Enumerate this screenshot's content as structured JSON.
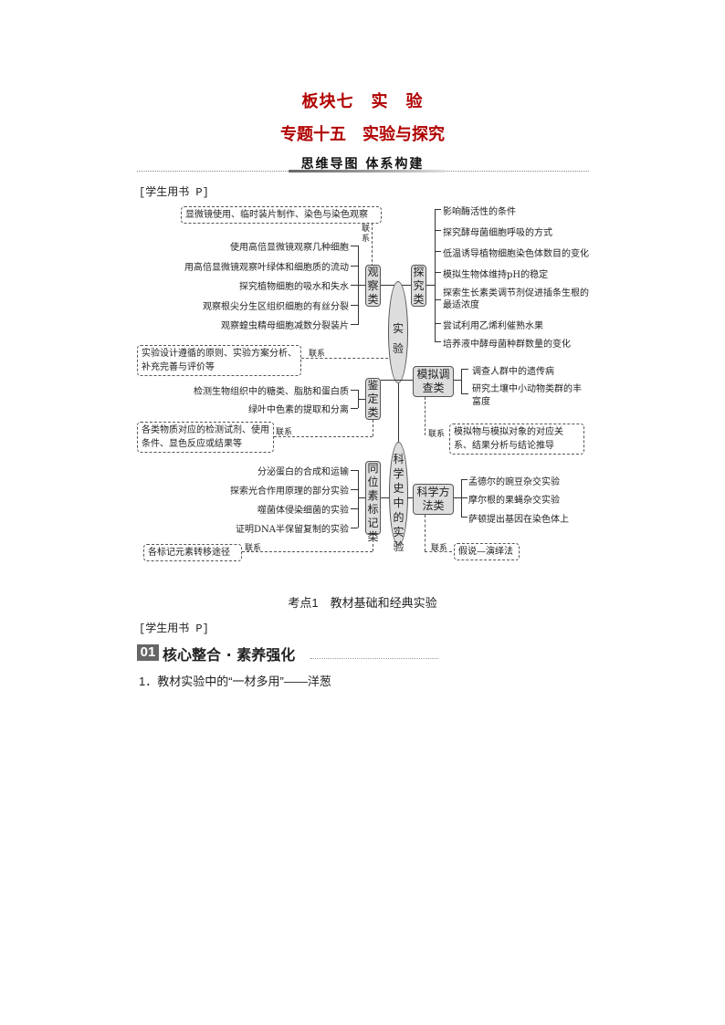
{
  "header": {
    "block_title": "板块七　实　验",
    "topic_title": "专题十五　实验与探究",
    "section_banner": "思维导图 体系构建",
    "student_ref_1": "[学生用书 P]"
  },
  "mindmap": {
    "center_top": "实验",
    "center_bottom": "科学史中的实验",
    "lianxi": "联系",
    "observe": {
      "label": "观察类",
      "note": "显微镜使用、临时装片制作、染色与染色观察",
      "items": [
        "使用高倍显微镜观察几种细胞",
        "用高倍显微镜观察叶绿体和细胞质的流动",
        "探究植物细胞的吸水和失水",
        "观察根尖分生区组织细胞的有丝分裂",
        "观察蝗虫精母细胞减数分裂装片"
      ]
    },
    "explore": {
      "label": "探究类",
      "items": [
        "影响酶活性的条件",
        "探究酵母菌细胞呼吸的方式",
        "低温诱导植物细胞染色体数目的变化",
        "模拟生物体维持pH的稳定",
        "探索生长素类调节剂促进插条生根的最适浓度",
        "尝试利用乙烯利催熟水果",
        "培养液中酵母菌种群数量的变化"
      ]
    },
    "design_note": "实验设计遵循的原则、实验方案分析、补充完善与评价等",
    "identify": {
      "label": "鉴定类",
      "note": "各类物质对应的检测试剂、使用条件、显色反应或结果等",
      "items": [
        "检测生物组织中的糖类、脂肪和蛋白质",
        "绿叶中色素的提取和分离"
      ]
    },
    "simulate": {
      "label": "模拟调查类",
      "note": "模拟物与模拟对象的对应关系、结果分析与结论推导",
      "items": [
        "调查人群中的遗传病",
        "研究土壤中小动物类群的丰富度"
      ]
    },
    "isotope": {
      "label": "同位素标记类",
      "note": "各标记元素转移途径",
      "items": [
        "分泌蛋白的合成和运输",
        "探索光合作用原理的部分实验",
        "噬菌体侵染细菌的实验",
        "证明DNA半保留复制的实验"
      ]
    },
    "method": {
      "label": "科学方法类",
      "note": "假说—演绎法",
      "items": [
        "孟德尔的豌豆杂交实验",
        "摩尔根的果蝇杂交实验",
        "萨顿提出基因在染色体上"
      ]
    }
  },
  "section": {
    "title": "考点1　教材基础和经典实验",
    "student_ref_2": "[学生用书 P]",
    "badge_num": "01",
    "badge_text": "核心整合 · 素养强化",
    "item_1": "1．教材实验中的“一材多用”——洋葱"
  }
}
